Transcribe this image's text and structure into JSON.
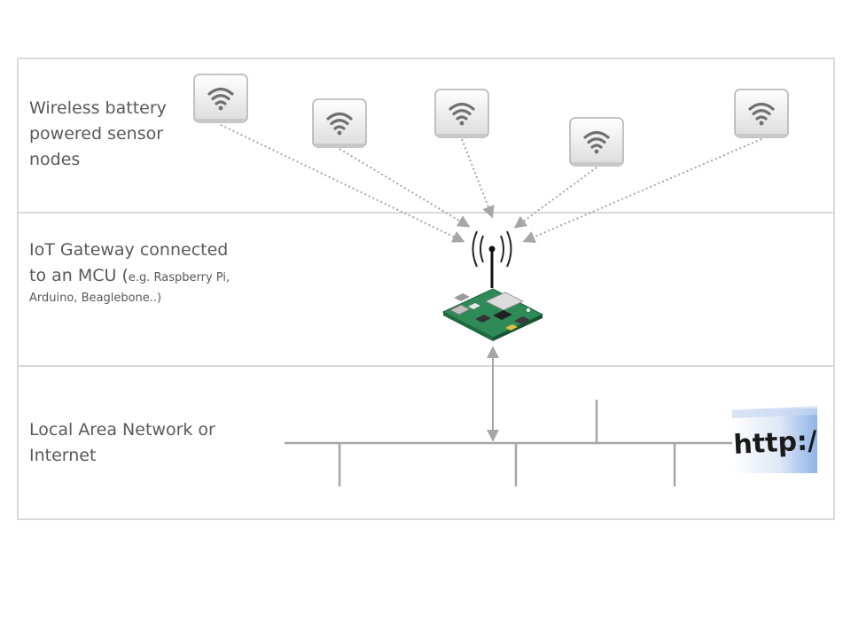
{
  "rows": {
    "sensors": {
      "line1": "Wireless battery",
      "line2": "powered sensor",
      "line3": "nodes"
    },
    "gateway": {
      "line1": "IoT Gateway connected",
      "line2_main": "to an MCU (",
      "line2_small": "e.g. Raspberry Pi,",
      "line3_small": "Arduino,  Beaglebone..)"
    },
    "network": {
      "line1": "Local Area Network or",
      "line2": "Internet"
    }
  },
  "sensor_nodes": {
    "count": 5,
    "icon": "wifi-icon"
  },
  "gateway": {
    "icons": [
      "antenna-icon",
      "circuit-board-icon"
    ]
  },
  "internet": {
    "banner_text": "http://www"
  },
  "colors": {
    "frame": "#d9d9d9",
    "text": "#595959",
    "connector": "#a6a6a6",
    "board_green": "#2e8b57",
    "banner_blue": "#8fb3e6"
  }
}
